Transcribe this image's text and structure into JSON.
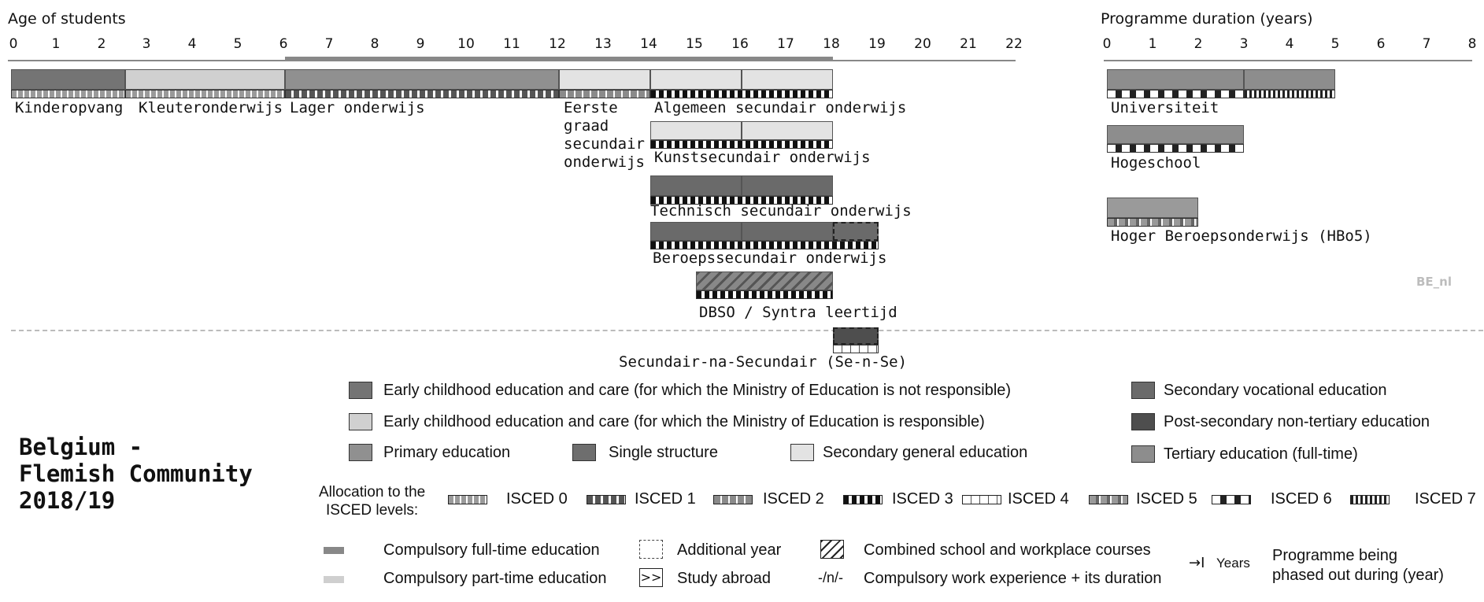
{
  "headers": {
    "age": "Age of students",
    "duration": "Programme duration (years)"
  },
  "age_ticks": [
    "0",
    "1",
    "2",
    "3",
    "4",
    "5",
    "6",
    "7",
    "8",
    "9",
    "10",
    "11",
    "12",
    "13",
    "14",
    "15",
    "16",
    "17",
    "18",
    "19",
    "20",
    "21",
    "22"
  ],
  "duration_ticks": [
    "0",
    "1",
    "2",
    "3",
    "4",
    "5",
    "6",
    "7",
    "8"
  ],
  "programmes": {
    "kinderopvang": "Kinderopvang",
    "kleuter": "Kleuteronderwijs",
    "lager": "Lager onderwijs",
    "eerste_graad": [
      "Eerste",
      "graad",
      "secundair",
      "onderwijs"
    ],
    "algemeen": "Algemeen secundair onderwijs",
    "kunst": "Kunstsecundair onderwijs",
    "technisch": "Technisch secundair onderwijs",
    "beroeps": "Beroepssecundair onderwijs",
    "dbso": "DBSO / Syntra leertijd",
    "sense": "Secundair-na-Secundair (Se-n-Se)",
    "universiteit": "Universiteit",
    "hogeschool": "Hogeschool",
    "hbo5": "Hoger Beroepsonderwijs (HBo5)"
  },
  "code": "BE_nl",
  "country_title": [
    "Belgium -",
    "Flemish Community",
    "2018/19"
  ],
  "legend": {
    "ecec_not_responsible": "Early childhood education and care (for which the Ministry of Education is not responsible)",
    "ecec_responsible": "Early childhood education and care (for which the Ministry of Education is responsible)",
    "primary": "Primary education",
    "single": "Single structure",
    "secondary_general": "Secondary general education",
    "secondary_vocational": "Secondary vocational education",
    "post_secondary": "Post-secondary non-tertiary education",
    "tertiary": "Tertiary education (full-time)"
  },
  "isced": {
    "title": [
      "Allocation to the",
      "ISCED levels:"
    ],
    "levels": [
      "ISCED 0",
      "ISCED 1",
      "ISCED 2",
      "ISCED 3",
      "ISCED 4",
      "ISCED 5",
      "ISCED 6",
      "ISCED 7"
    ]
  },
  "bottom_legend": {
    "compulsory_full": "Compulsory full-time education",
    "compulsory_part": "Compulsory part-time education",
    "additional_year": "Additional year",
    "study_abroad_symbol": ">>",
    "study_abroad": "Study abroad",
    "combined": "Combined school and workplace courses",
    "work_symbol": "-/n/-",
    "work_experience": "Compulsory work experience + its duration",
    "years": "Years",
    "phased_out": [
      "Programme being",
      "phased out during (year)"
    ]
  },
  "colors": {
    "ecec_nr": "#747474",
    "ecec_r": "#d0d0d0",
    "primary": "#909090",
    "single": "#6e6e6e",
    "secondary_general": "#e3e3e3",
    "secondary_vocational": "#6a6a6a",
    "post_secondary": "#4e4e4e",
    "tertiary": "#8d8d8d"
  }
}
